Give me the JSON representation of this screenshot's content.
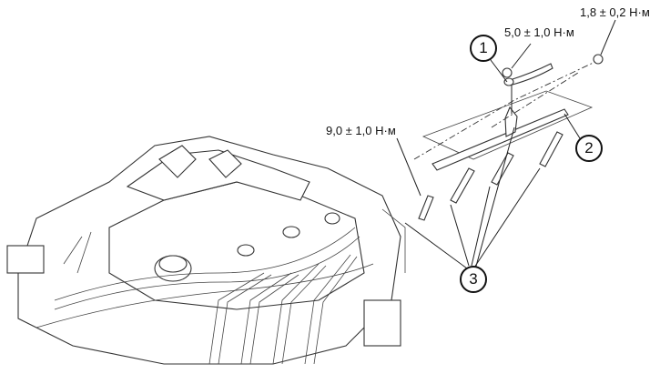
{
  "torques": {
    "glow_plug": "9,0 ± 1,0 Н·м",
    "cable_nut": "5,0 ± 1,0 Н·м",
    "busbar_nut": "1,8 ± 0,2 Н·м"
  },
  "callouts": {
    "c1": "1",
    "c2": "2",
    "c3": "3"
  }
}
